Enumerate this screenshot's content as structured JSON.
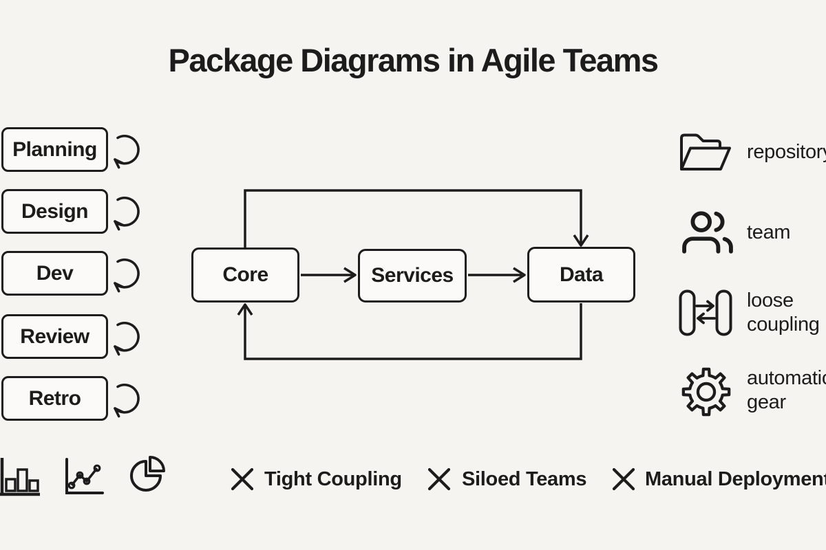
{
  "title": "Package Diagrams in Agile Teams",
  "colors": {
    "background": "#f5f4f1",
    "ink": "#1c1c1c",
    "box_fill": "#fbfaf8"
  },
  "sprint_stages": [
    {
      "label": "Planning",
      "icon": "loop-arrow-icon"
    },
    {
      "label": "Design",
      "icon": "loop-arrow-icon"
    },
    {
      "label": "Dev",
      "icon": "loop-arrow-icon"
    },
    {
      "label": "Review",
      "icon": "loop-arrow-icon"
    },
    {
      "label": "Retro",
      "icon": "loop-arrow-icon"
    }
  ],
  "flow": {
    "nodes": [
      {
        "label": "Core"
      },
      {
        "label": "Services"
      },
      {
        "label": "Data"
      }
    ],
    "connections": [
      {
        "from": "Core",
        "to": "Services",
        "route": "straight"
      },
      {
        "from": "Services",
        "to": "Data",
        "route": "straight"
      },
      {
        "from": "Core",
        "to": "Data",
        "route": "top-bypass"
      },
      {
        "from": "Data",
        "to": "Core",
        "route": "bottom-return"
      }
    ]
  },
  "legend": [
    {
      "icon": "repository-folder-icon",
      "label": "repository"
    },
    {
      "icon": "team-icon",
      "label": "team"
    },
    {
      "icon": "loose-coupling-icon",
      "label": "loose coupling"
    },
    {
      "icon": "automation-gear-icon",
      "label": "automation gear"
    }
  ],
  "chart_icons": [
    "bar-chart-icon",
    "line-chart-icon",
    "pie-chart-icon"
  ],
  "antipatterns": [
    {
      "icon": "x-mark-icon",
      "label": "Tight Coupling"
    },
    {
      "icon": "x-mark-icon",
      "label": "Siloed Teams"
    },
    {
      "icon": "x-mark-icon",
      "label": "Manual Deployment"
    }
  ]
}
